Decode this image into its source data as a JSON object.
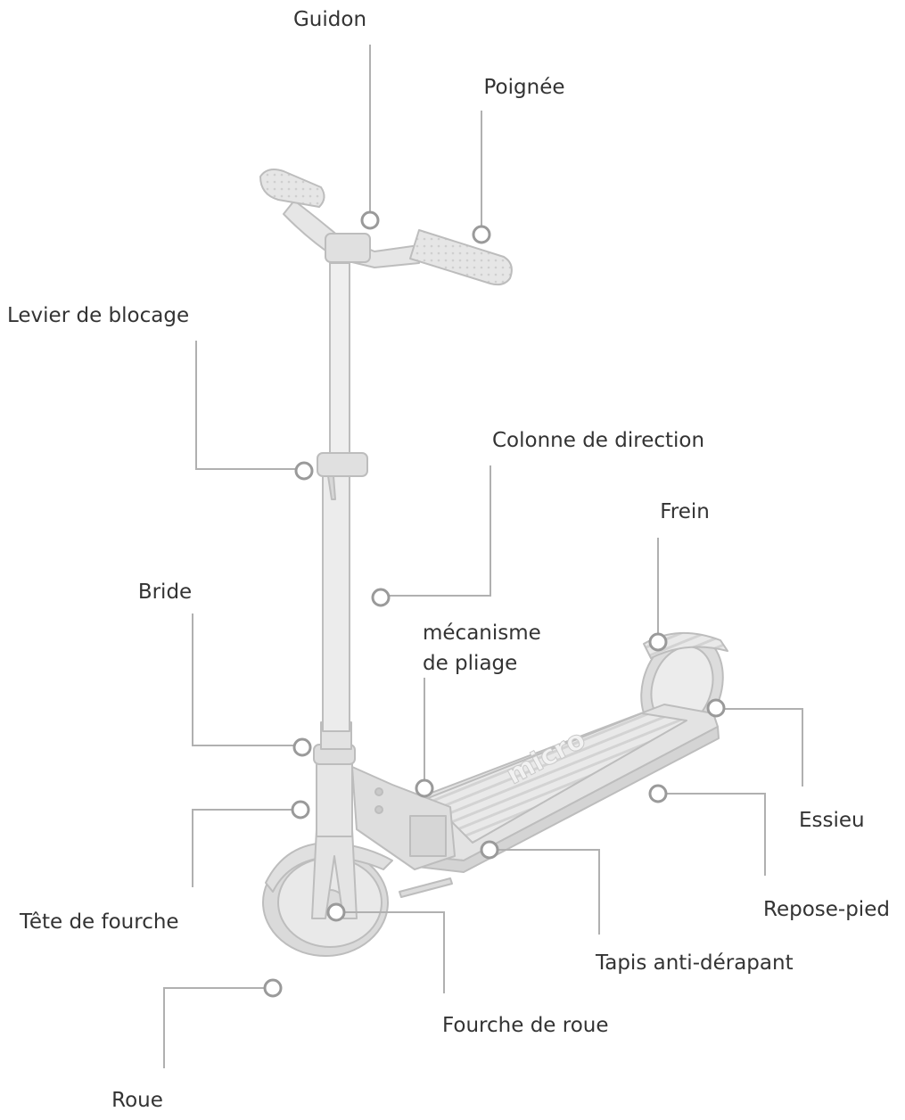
{
  "labels": {
    "guidon": "Guidon",
    "poignee": "Poignée",
    "levier": "Levier de blocage",
    "colonne": "Colonne de direction",
    "frein": "Frein",
    "bride": "Bride",
    "pliage_1": "mécanisme",
    "pliage_2": "de pliage",
    "essieu": "Essieu",
    "tete": "Tête de fourche",
    "repose": "Repose-pied",
    "tapis": "Tapis anti-dérapant",
    "fourche": "Fourche de roue",
    "roue": "Roue"
  },
  "deck_brand": "micro",
  "colors": {
    "line": "#b0b0b0",
    "marker": "#9a9a9a",
    "scooter_fill": "#e8e8e8",
    "scooter_stroke": "#bdbdbd",
    "text": "#333333"
  }
}
